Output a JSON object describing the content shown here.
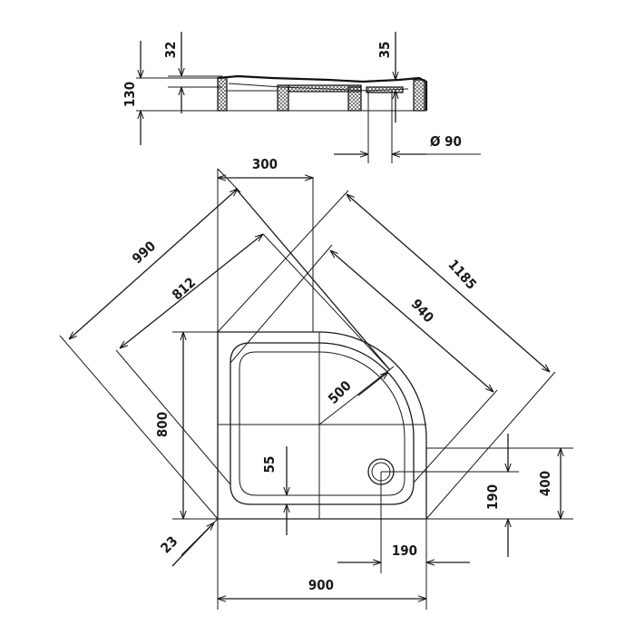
{
  "dimensions": {
    "d32": "32",
    "d35": "35",
    "d130": "130",
    "d90": "Ø 90",
    "d300": "300",
    "d990": "990",
    "d812": "812",
    "d1185": "1185",
    "d940": "940",
    "d500": "500",
    "d800": "800",
    "d55": "55",
    "d400": "400",
    "d190v": "190",
    "d190h": "190",
    "d23": "23",
    "d900": "900"
  }
}
